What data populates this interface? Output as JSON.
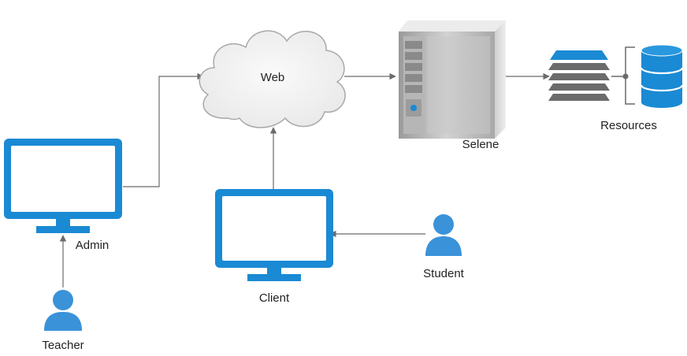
{
  "nodes": {
    "web": {
      "label": "Web",
      "icon": "cloud-icon"
    },
    "server": {
      "label": "Selene",
      "icon": "server-tower-icon"
    },
    "resources": {
      "label": "Resources",
      "icons": [
        "layers-stack-icon",
        "database-icon"
      ]
    },
    "admin": {
      "label": "Admin",
      "icon": "monitor-icon"
    },
    "client": {
      "label": "Client",
      "icon": "monitor-icon"
    },
    "teacher": {
      "label": "Teacher",
      "icon": "user-icon"
    },
    "student": {
      "label": "Student",
      "icon": "user-icon"
    }
  },
  "edges": [
    {
      "from": "admin",
      "to": "web"
    },
    {
      "from": "client",
      "to": "web"
    },
    {
      "from": "web",
      "to": "server"
    },
    {
      "from": "server",
      "to": "resources"
    },
    {
      "from": "teacher",
      "to": "admin"
    },
    {
      "from": "student",
      "to": "client"
    }
  ],
  "colors": {
    "monitor": "#1a8ad4",
    "user": "#3a92d9",
    "database": "#1a8ad4",
    "layer_top": "#1a8ad4",
    "layer": "#6b6b6b",
    "connector": "#6b6b6b",
    "cloud_fill": "#f2f2f2",
    "cloud_stroke": "#a8a8a8",
    "server_body": "#c4c4c4"
  }
}
